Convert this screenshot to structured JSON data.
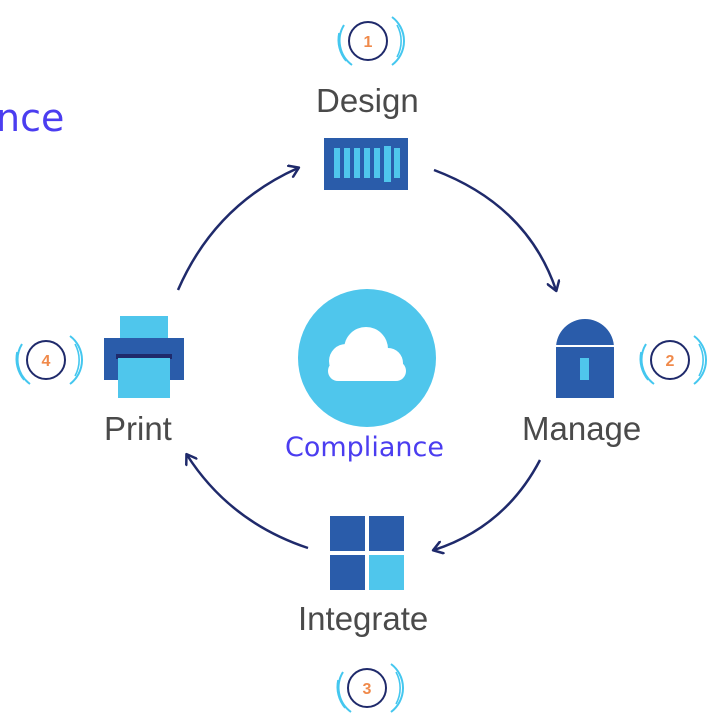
{
  "header": {
    "partial_text": "nce"
  },
  "center": {
    "label": "Compliance"
  },
  "steps": [
    {
      "number": "1",
      "label": "Design"
    },
    {
      "number": "2",
      "label": "Manage"
    },
    {
      "number": "3",
      "label": "Integrate"
    },
    {
      "number": "4",
      "label": "Print"
    }
  ],
  "colors": {
    "dark_blue": "#2a5caa",
    "light_blue": "#4fc6ec",
    "arrow": "#1f2a6b",
    "accent_text": "#4b3df0",
    "badge_number": "#f08a4b",
    "badge_ring": "#1f2a6b",
    "badge_halo": "#44c7ef"
  },
  "icons": [
    "barcode-icon",
    "lock-icon",
    "windows-grid-icon",
    "printer-icon",
    "cloud-icon"
  ]
}
